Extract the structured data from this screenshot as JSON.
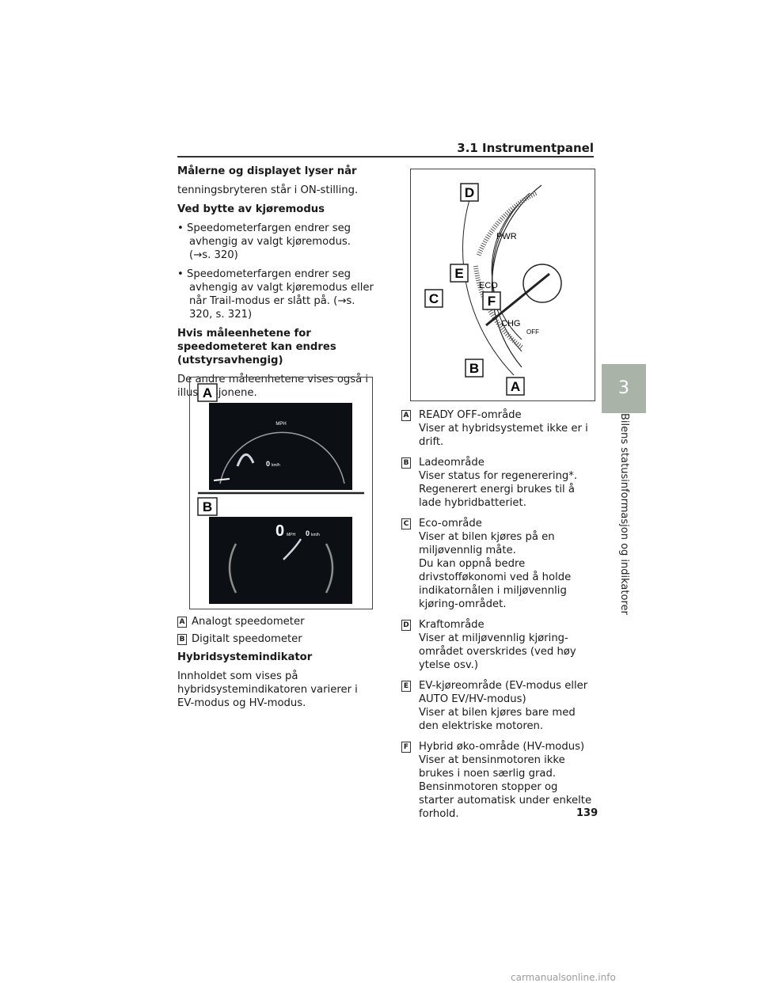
{
  "header": {
    "section_title": "3.1  Instrumentpanel"
  },
  "side_tab": {
    "number": "3",
    "text": "Bilens statusinformasjon og indikatorer"
  },
  "left": {
    "h1": "Målerne og displayet lyser når",
    "p1": "tenningsbryteren står i ON-stilling.",
    "h2": "Ved bytte av kjøremodus",
    "bullet1": "• Speedometerfargen endrer seg avhengig av valgt kjøremodus. (→s. 320)",
    "bullet2": "• Speedometerfargen endrer seg avhengig av valgt kjøremodus eller når Trail-modus er slått på. (→s. 320, s. 321)",
    "h3": "Hvis måleenhetene for speedometeret kan endres (utstyrsavhengig)",
    "p3": "De andre måleenhetene vises også i illustrasjonene.",
    "capA_letter": "A",
    "capA": "Analogt speedometer",
    "capB_letter": "B",
    "capB": "Digitalt speedometer",
    "h4": "Hybridsystemindikator",
    "p4": "Innholdet som vises på hybridsystemindikatoren varierer i EV-modus og HV-modus."
  },
  "fig_speedo": {
    "label_a": "A",
    "label_b": "B",
    "mph": "MPH",
    "zero": "0",
    "kmh": "km/h",
    "digital_zero": "0",
    "digital_mph": "MPH",
    "digital_kmh_zero": "0",
    "digital_kmh": "km/h"
  },
  "fig_hybrid": {
    "labels": [
      "D",
      "E",
      "C",
      "F",
      "B",
      "A"
    ],
    "pwr": "PWR",
    "eco": "ECO",
    "chg": "CHG",
    "off": "OFF"
  },
  "right": {
    "items": [
      {
        "letter": "A",
        "title": "READY OFF-område",
        "lines": [
          "Viser at hybridsystemet ikke er i drift."
        ]
      },
      {
        "letter": "B",
        "title": "Ladeområde",
        "lines": [
          "Viser status for regenerering*.",
          "Regenerert energi brukes til å lade hybridbatteriet."
        ]
      },
      {
        "letter": "C",
        "title": "Eco-område",
        "lines": [
          "Viser at bilen kjøres på en miljøvennlig måte.",
          "Du kan oppnå bedre drivstofføkonomi ved å holde indikatornålen i miljøvennlig kjøring-området."
        ]
      },
      {
        "letter": "D",
        "title": "Kraftområde",
        "lines": [
          "Viser at miljøvennlig kjøring-området overskrides (ved høy ytelse osv.)"
        ]
      },
      {
        "letter": "E",
        "title": "EV-kjøreområde (EV-modus eller AUTO EV/HV-modus)",
        "lines": [
          "Viser at bilen kjøres bare med den elektriske motoren."
        ]
      },
      {
        "letter": "F",
        "title": "Hybrid øko-område (HV-modus)",
        "lines": [
          "Viser at bensinmotoren ikke brukes i noen særlig grad.",
          "Bensinmotoren stopper og starter automatisk under enkelte forhold."
        ]
      }
    ]
  },
  "page_number": "139",
  "watermark": "carmanualsonline.info"
}
